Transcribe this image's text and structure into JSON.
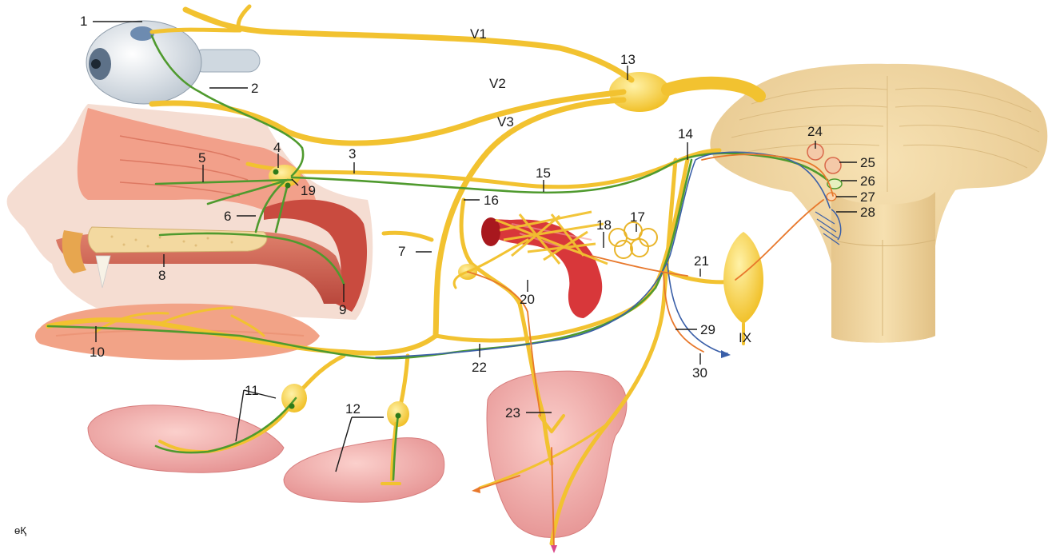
{
  "labels": {
    "l1": "1",
    "l2": "2",
    "l3": "3",
    "l4": "4",
    "l5": "5",
    "l6": "6",
    "l7": "7",
    "l8": "8",
    "l9": "9",
    "l10": "10",
    "l11": "11",
    "l12": "12",
    "l13": "13",
    "l14": "14",
    "l15": "15",
    "l16": "16",
    "l17": "17",
    "l18": "18",
    "l19": "19",
    "l20": "20",
    "l21": "21",
    "l22": "22",
    "l23": "23",
    "l24": "24",
    "l25": "25",
    "l26": "26",
    "l27": "27",
    "l28": "28",
    "l29": "29",
    "l30": "30",
    "v1": "V1",
    "v2": "V2",
    "v3": "V3",
    "ix": "IX"
  },
  "signature": "ɵҚ",
  "colors": {
    "nerve": "#f2c230",
    "parasympathetic": "#4f9a2e",
    "sensory": "#3a5fa8",
    "motor": "#e8782c",
    "brainstem": "#f0d6a0",
    "mucosa": "#e89a8a",
    "gland": "#f2a9a9",
    "artery": "#d93a3a"
  }
}
